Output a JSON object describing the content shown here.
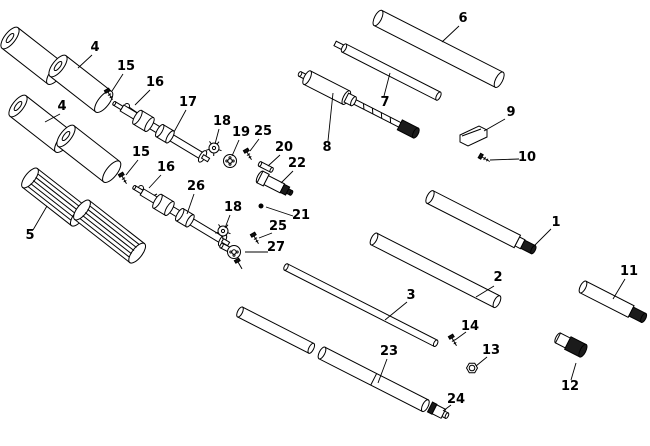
{
  "diagram": {
    "kind": "exploded-parts-diagram",
    "background_color": "#ffffff",
    "line_color": "#000000",
    "callouts": [
      {
        "label": "6"
      },
      {
        "label": "4"
      },
      {
        "label": "4"
      },
      {
        "label": "15"
      },
      {
        "label": "16"
      },
      {
        "label": "17"
      },
      {
        "label": "18"
      },
      {
        "label": "19"
      },
      {
        "label": "25"
      },
      {
        "label": "20"
      },
      {
        "label": "22"
      },
      {
        "label": "7"
      },
      {
        "label": "8"
      },
      {
        "label": "9"
      },
      {
        "label": "10"
      },
      {
        "label": "15"
      },
      {
        "label": "16"
      },
      {
        "label": "26"
      },
      {
        "label": "18"
      },
      {
        "label": "21"
      },
      {
        "label": "25"
      },
      {
        "label": "27"
      },
      {
        "label": "5"
      },
      {
        "label": "1"
      },
      {
        "label": "2"
      },
      {
        "label": "3"
      },
      {
        "label": "11"
      },
      {
        "label": "14"
      },
      {
        "label": "13"
      },
      {
        "label": "23"
      },
      {
        "label": "12"
      },
      {
        "label": "24"
      }
    ]
  }
}
